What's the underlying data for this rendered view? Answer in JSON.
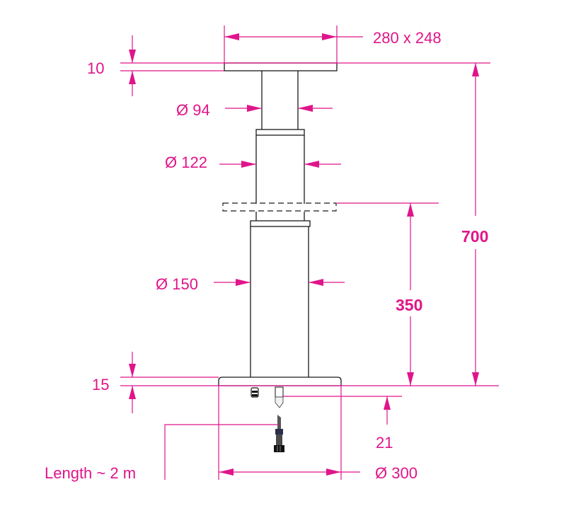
{
  "colors": {
    "dimension": "#e0158a",
    "outline": "#1a1a1a",
    "background": "#ffffff"
  },
  "dimensions": {
    "top_plate_size": "280 x 248",
    "top_plate_thickness": "10",
    "diameter_upper": "Ø 94",
    "diameter_middle": "Ø 122",
    "diameter_lower": "Ø 150",
    "overall_height": "700",
    "stroke": "350",
    "base_plate_thickness": "15",
    "connector_offset": "21",
    "base_diameter": "Ø 300",
    "cable_length": "Length ~ 2 m"
  }
}
